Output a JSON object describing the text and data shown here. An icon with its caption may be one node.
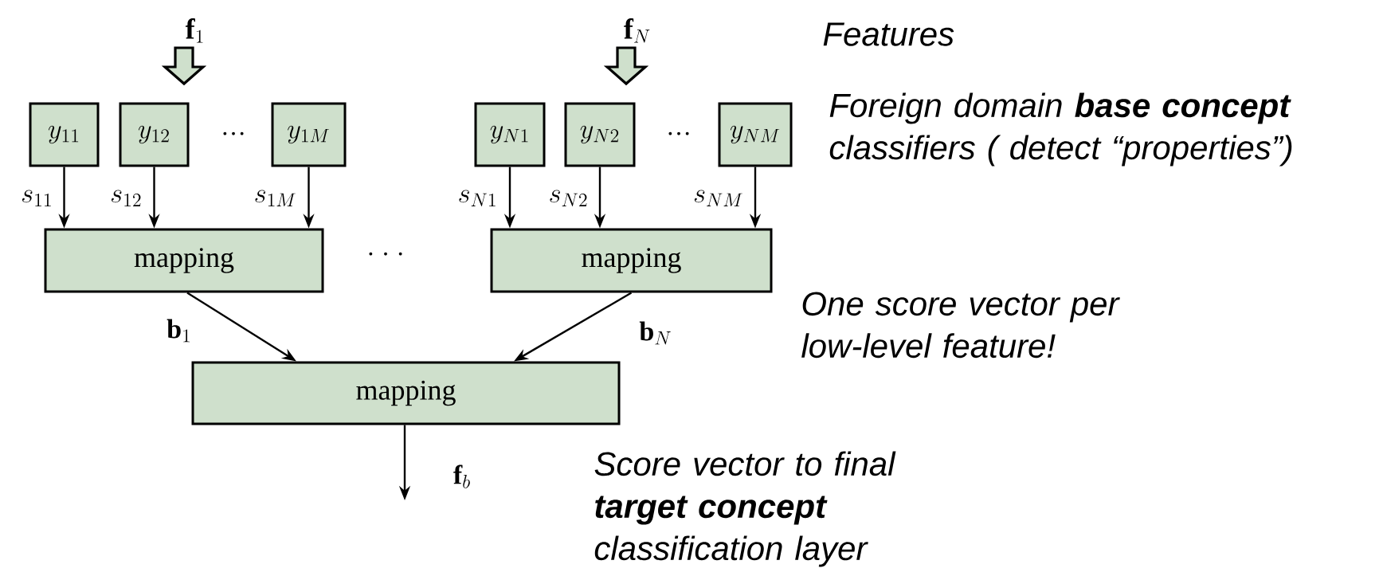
{
  "diagram": {
    "nodes": [
      {
        "text": [
          "\\mathbf{f}_1"
        ]
      },
      {
        "text": [
          "\\mathbf{f}_N"
        ]
      },
      {
        "text": [
          "y_{11}"
        ]
      },
      {
        "text": [
          "y_{12}"
        ]
      },
      {
        "text": [
          "y_{1M}"
        ]
      },
      {
        "text": [
          "y_{N1}"
        ]
      },
      {
        "text": [
          "y_{N2}"
        ]
      },
      {
        "text": [
          "y_{NM}"
        ]
      },
      {
        "text": [
          "mapping"
        ]
      },
      {
        "text": [
          "mapping"
        ]
      },
      {
        "text": [
          "mapping"
        ]
      }
    ],
    "edges": [
      {
        "from": 0,
        "to": null,
        "arrow": "to",
        "style": "thick"
      },
      {
        "from": 1,
        "to": null,
        "arrow": "to",
        "style": "thick"
      },
      {
        "from": 2,
        "to": 8,
        "arrow": "to",
        "label": "s_{11}"
      },
      {
        "from": 3,
        "to": 8,
        "arrow": "to",
        "label": "s_{12}"
      },
      {
        "from": 4,
        "to": 8,
        "arrow": "to",
        "label": "s_{1M}"
      },
      {
        "from": 5,
        "to": 9,
        "arrow": "to",
        "label": "s_{N1}"
      },
      {
        "from": 6,
        "to": 9,
        "arrow": "to",
        "label": "s_{N2}"
      },
      {
        "from": 7,
        "to": 9,
        "arrow": "to",
        "label": "s_{NM}"
      },
      {
        "from": 8,
        "to": 10,
        "arrow": "to",
        "label": "\\mathbf{b}_1"
      },
      {
        "from": 9,
        "to": 10,
        "arrow": "to",
        "label": "\\mathbf{b}_N"
      },
      {
        "from": 10,
        "to": null,
        "arrow": "to",
        "label": "\\mathbf{f}_b"
      }
    ],
    "labels": [
      "Features",
      "Foreign domain **base concept** classifiers ( detect “properties”)",
      "···",
      "···",
      "· · ·",
      "One score vector per low-level feature!",
      "Score vector to final **target concept** classification layer"
    ]
  }
}
